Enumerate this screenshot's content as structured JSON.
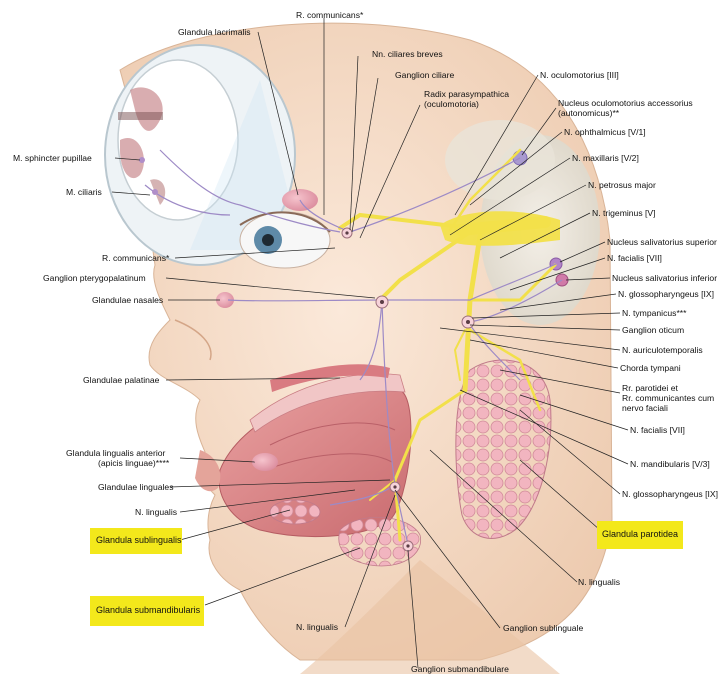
{
  "labels": {
    "r_communicans_top": "R. communicans*",
    "glandula_lacrimalis": "Glandula lacrimalis",
    "nn_ciliares_breves": "Nn. ciliares breves",
    "ganglion_ciliare": "Ganglion ciliare",
    "radix_parasympathica_1": "Radix parasympathica",
    "radix_parasympathica_2": "(oculomotoria)",
    "n_oculomotorius": "N. oculomotorius [III]",
    "nucleus_oculomotorius_1": "Nucleus oculomotorius accessorius",
    "nucleus_oculomotorius_2": "(autonomicus)**",
    "n_ophthalmicus": "N. ophthalmicus [V/1]",
    "n_maxillaris": "N. maxillaris [V/2]",
    "n_petrosus_major": "N. petrosus major",
    "n_trigeminus": "N. trigeminus [V]",
    "nucleus_salivatorius_superior": "Nucleus salivatorius superior",
    "n_facialis_upper": "N. facialis [VII]",
    "nucleus_salivatorius_inferior": "Nucleus salivatorius inferior",
    "n_glossopharyngeus_upper": "N. glossopharyngeus [IX]",
    "n_tympanicus": "N. tympanicus***",
    "ganglion_oticum": "Ganglion oticum",
    "n_auriculotemporalis": "N. auriculotemporalis",
    "chorda_tympani": "Chorda tympani",
    "rr_parotidei_1": "Rr. parotidei et",
    "rr_parotidei_2": "Rr. communicantes cum",
    "rr_parotidei_3": "nervo faciali",
    "n_facialis_lower": "N. facialis [VII]",
    "n_mandibularis": "N. mandibularis [V/3]",
    "n_glossopharyngeus_lower": "N. glossopharyngeus [IX]",
    "glandula_parotidea": "Glandula parotidea",
    "n_lingualis_right": "N. lingualis",
    "ganglion_sublinguale": "Ganglion sublinguale",
    "ganglion_submandibulare": "Ganglion submandibulare",
    "n_lingualis_bottom": "N. lingualis",
    "glandula_submandibularis": "Glandula submandibularis",
    "glandula_sublingualis": "Glandula sublingualis",
    "n_lingualis_left": "N. lingualis",
    "glandulae_linguales": "Glandulae linguales",
    "glandula_lingualis_anterior_1": "Glandula lingualis anterior",
    "glandula_lingualis_anterior_2": "(apicis linguae)****",
    "glandulae_palatinae": "Glandulae palatinae",
    "glandulae_nasales": "Glandulae nasales",
    "ganglion_pterygopalatinum": "Ganglion pterygopalatinum",
    "r_communicans_mid": "R. communicans*",
    "m_ciliaris": "M. ciliaris",
    "m_sphincter_pupillae": "M. sphincter pupillae"
  },
  "colors": {
    "nerve": "#f2e04a",
    "gland": "#eba9b6",
    "highlight": "#f3e81b",
    "skin": "#f4ddc9"
  }
}
